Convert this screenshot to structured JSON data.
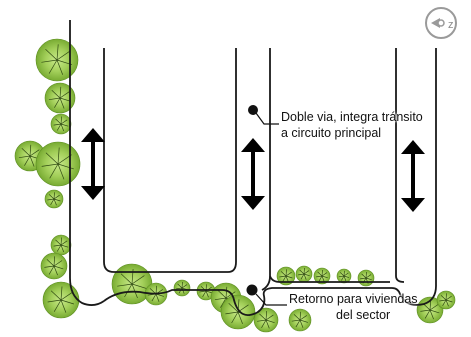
{
  "annotations": {
    "doble_via_line1": "Doble via, integra tránsito",
    "doble_via_line2": "a circuito principal",
    "retorno_line1": "Retorno para viviendas",
    "retorno_line2": "del sector"
  },
  "north_symbol": {
    "glyph": "z"
  },
  "colors": {
    "tree_fill": "#a3cf5a",
    "tree_dark": "#5d8f22",
    "line": "#1a1a1a",
    "arrow": "#000000"
  },
  "icons": [
    "north-arrow-icon",
    "double-arrow-icon",
    "tree-icon"
  ]
}
